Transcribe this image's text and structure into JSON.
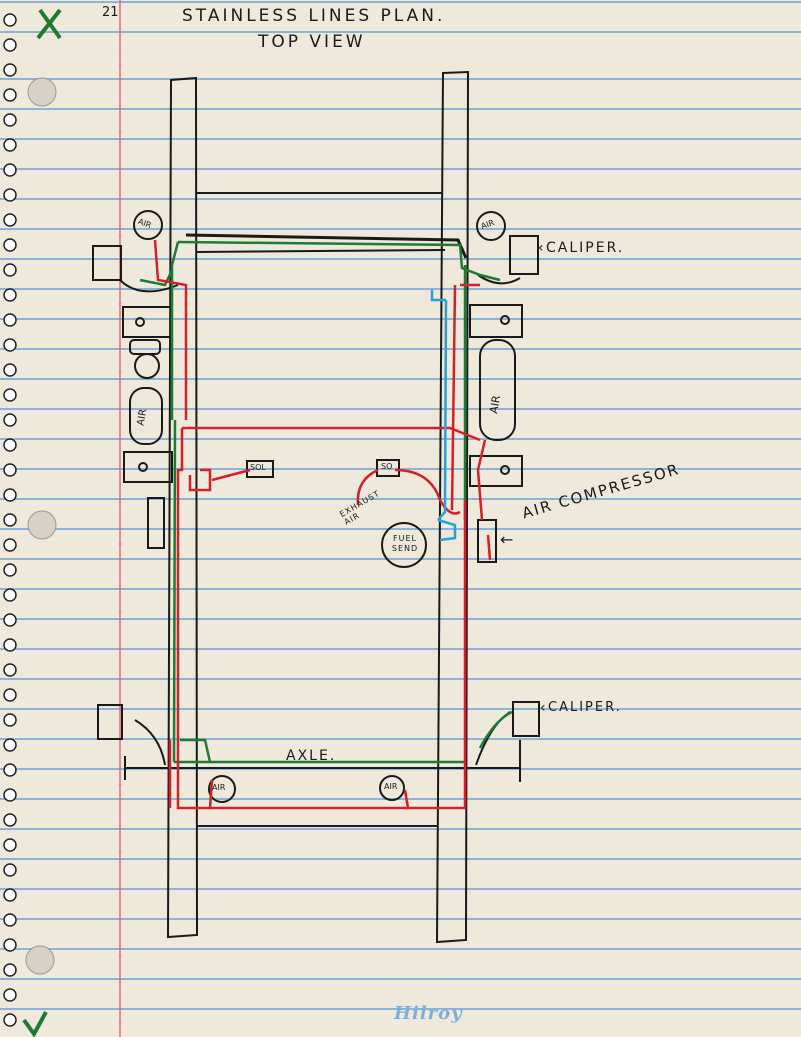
{
  "page": {
    "number": "21",
    "check_top": "✗",
    "check_bottom": "✓",
    "title_line1": "STAINLESS LINES PLAN.",
    "title_line2": "TOP VIEW",
    "brand": "Hilroy"
  },
  "labels": {
    "caliper_top": "CALIPER.",
    "caliper_bottom": "CALIPER.",
    "air_compressor": "AIR COMPRESSOR",
    "axle": "AXLE.",
    "exhaust_air": "EXHAUST AIR",
    "fuel_send": "FUEL SEND",
    "air": "AIR",
    "sol": "SOL",
    "so": "SO"
  },
  "colors": {
    "ink": "#1a1a1a",
    "red_line": "#d4202a",
    "green_line": "#1f7a32",
    "blue_line": "#2aa0d8",
    "page_line_blue": "#8fb3d8",
    "margin_red": "#e06a7a",
    "paper": "#efe9dc"
  }
}
